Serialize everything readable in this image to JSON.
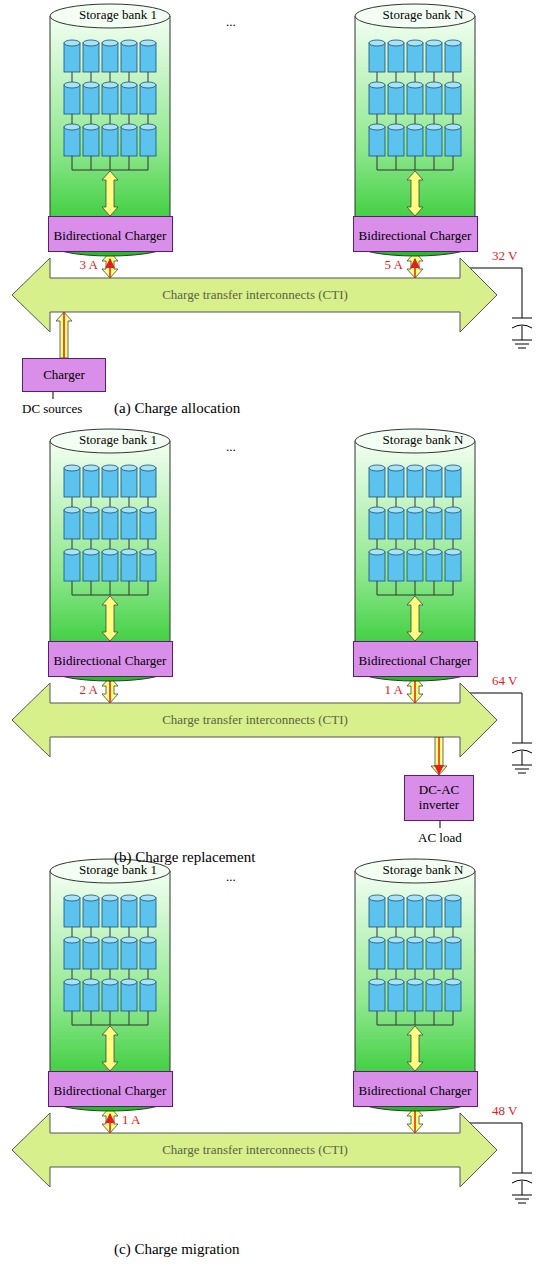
{
  "diagram": {
    "nodes": [
      {
        "text": [
          "Storage bank 1"
        ]
      },
      {
        "text": [
          "Bidirectional Charger"
        ],
        "in": 0
      },
      {
        "text": [
          "Storage bank N"
        ]
      },
      {
        "text": [
          "Bidirectional Charger"
        ],
        "in": 2
      },
      {
        "text": [
          "Charge transfer interconnects (CTI)"
        ]
      },
      {
        "text": [
          "Charger"
        ]
      },
      {
        "text": [
          "Storage bank 1"
        ]
      },
      {
        "text": [
          "Bidirectional Charger"
        ],
        "in": 6
      },
      {
        "text": [
          "Storage bank N"
        ]
      },
      {
        "text": [
          "Bidirectional Charger"
        ],
        "in": 8
      },
      {
        "text": [
          "Charge transfer interconnects (CTI)"
        ]
      },
      {
        "text": [
          "DC-AC inverter"
        ]
      },
      {
        "text": [
          "Storage bank 1"
        ]
      },
      {
        "text": [
          "Bidirectional Charger"
        ],
        "in": 12
      },
      {
        "text": [
          "Storage bank N"
        ]
      },
      {
        "text": [
          "Bidirectional Charger"
        ],
        "in": 14
      },
      {
        "text": [
          "Charge transfer interconnects (CTI)"
        ]
      }
    ],
    "edges": [
      {
        "from": 1,
        "to": 4,
        "arrow": "both",
        "label": "3 A"
      },
      {
        "from": 3,
        "to": 4,
        "arrow": "both",
        "label": "5 A"
      },
      {
        "from": 5,
        "to": 4,
        "arrow": "to"
      },
      {
        "from": 7,
        "to": 10,
        "arrow": "both",
        "label": "2 A"
      },
      {
        "from": 9,
        "to": 10,
        "arrow": "both",
        "label": "1 A"
      },
      {
        "from": 10,
        "to": 11,
        "arrow": "to"
      },
      {
        "from": 13,
        "to": 16,
        "arrow": "both",
        "label": "1 A"
      },
      {
        "from": 15,
        "to": 16,
        "arrow": "both"
      }
    ],
    "labels": [
      "...",
      "32 V",
      "DC sources",
      "(a) Charge allocation",
      "...",
      "64 V",
      "AC load",
      "(b) Charge replacement",
      "...",
      "48 V",
      "(c) Charge migration"
    ]
  }
}
